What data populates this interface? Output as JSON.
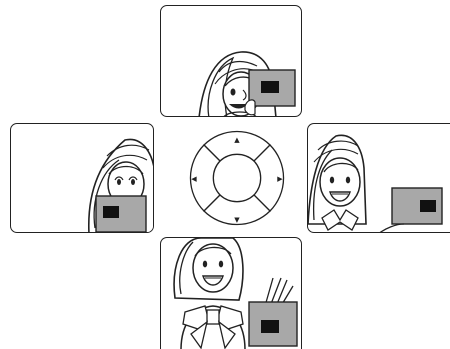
{
  "illustration": {
    "subject": "woman-holding-card",
    "colors": {
      "line": "#222222",
      "card": "#a8a8a8",
      "card_window": "#111111",
      "background": "#ffffff"
    }
  },
  "dpad": {
    "buttons": [
      {
        "direction": "up",
        "glyph": "▲"
      },
      {
        "direction": "left",
        "glyph": "◀"
      },
      {
        "direction": "right",
        "glyph": "▶"
      },
      {
        "direction": "down",
        "glyph": "▼"
      }
    ]
  }
}
